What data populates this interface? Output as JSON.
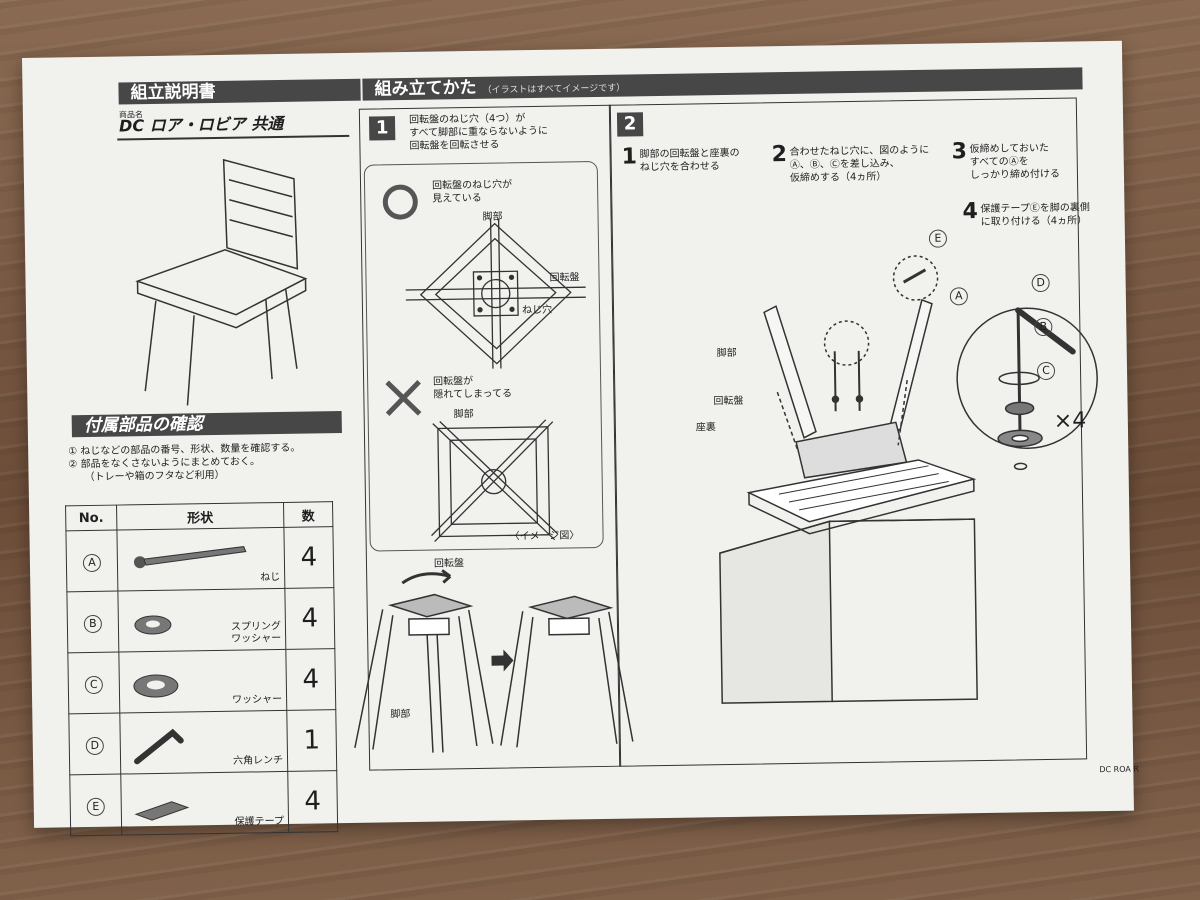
{
  "left": {
    "title": "組立説明書",
    "product_label": "商品名",
    "product_name": "DC ロア・ロビア 共通",
    "parts_title": "付属部品の確認",
    "notes": [
      "① ねじなどの部品の番号、形状、数量を確認する。",
      "② 部品をなくさないようにまとめておく。",
      "（トレーや箱のフタなど利用）"
    ],
    "table_headers": [
      "No.",
      "形状",
      "数"
    ],
    "parts": [
      {
        "no": "A",
        "name": "ねじ",
        "count": "4"
      },
      {
        "no": "B",
        "name": "スプリング\nワッシャー",
        "count": "4"
      },
      {
        "no": "C",
        "name": "ワッシャー",
        "count": "4"
      },
      {
        "no": "D",
        "name": "六角レンチ",
        "count": "1"
      },
      {
        "no": "E",
        "name": "保護テープ",
        "count": "4"
      }
    ]
  },
  "assembly": {
    "title": "組み立てかた",
    "subtitle": "（イラストはすべてイメージです）",
    "step1": {
      "num": "1",
      "text": [
        "回転盤のねじ穴（4つ）が",
        "すべて脚部に重ならないように",
        "回転盤を回転させる"
      ],
      "ok_text": [
        "回転盤のねじ穴が",
        "見えている"
      ],
      "ng_text": [
        "回転盤が",
        "隠れてしまってる"
      ],
      "label_leg": "脚部",
      "label_turntable": "回転盤",
      "label_hole": "ねじ穴",
      "image_note": "〈イメージ図〉"
    },
    "step2": {
      "num": "2",
      "sub1": {
        "num": "1",
        "text": [
          "脚部の回転盤と座裏の",
          "ねじ穴を合わせる"
        ]
      },
      "sub2": {
        "num": "2",
        "text": [
          "合わせたねじ穴に、図のように",
          "Ⓐ、Ⓑ、Ⓒを差し込み、",
          "仮締めする（4ヵ所）"
        ]
      },
      "sub3": {
        "num": "3",
        "text": [
          "仮締めしておいた",
          "すべてのⒶを",
          "しっかり締め付ける"
        ]
      },
      "sub4": {
        "num": "4",
        "text": [
          "保護テープⒺを脚の裏側",
          "に取り付ける（4ヵ所）"
        ]
      },
      "label_leg": "脚部",
      "label_turntable": "回転盤",
      "label_seat": "座裏",
      "times": "×4",
      "circle_labels": [
        "A",
        "B",
        "C",
        "D",
        "E"
      ]
    }
  },
  "footer": "DC ROA R"
}
